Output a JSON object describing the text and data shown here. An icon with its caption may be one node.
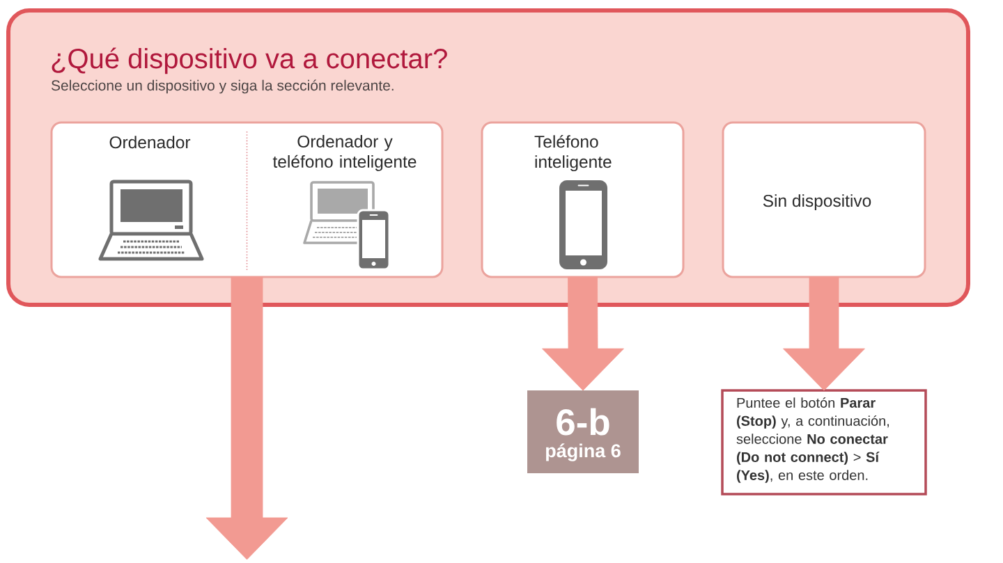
{
  "diagram": {
    "nodes": [
      {
        "text": [
          "¿Qué dispositivo va a conectar?",
          "Seleccione un dispositivo y siga la sección relevante."
        ]
      },
      {
        "text": [
          "Ordenador",
          "Ordenador y teléfono inteligente"
        ],
        "in": 0
      },
      {
        "text": [
          "Teléfono inteligente"
        ],
        "in": 0
      },
      {
        "text": [
          "Sin dispositivo"
        ],
        "in": 0
      },
      {
        "text": [
          "6-b",
          "página 6"
        ]
      },
      {
        "text": [
          "Puntee el botón **Parar (Stop)** y, a continuación, seleccione **No conectar (Do not connect)** > **Sí (Yes)**, en este orden."
        ]
      }
    ],
    "edges": [
      {
        "from": 1,
        "to": null,
        "arrow": "to"
      },
      {
        "from": 2,
        "to": 4,
        "arrow": "to"
      },
      {
        "from": 3,
        "to": 5,
        "arrow": "to"
      }
    ]
  }
}
